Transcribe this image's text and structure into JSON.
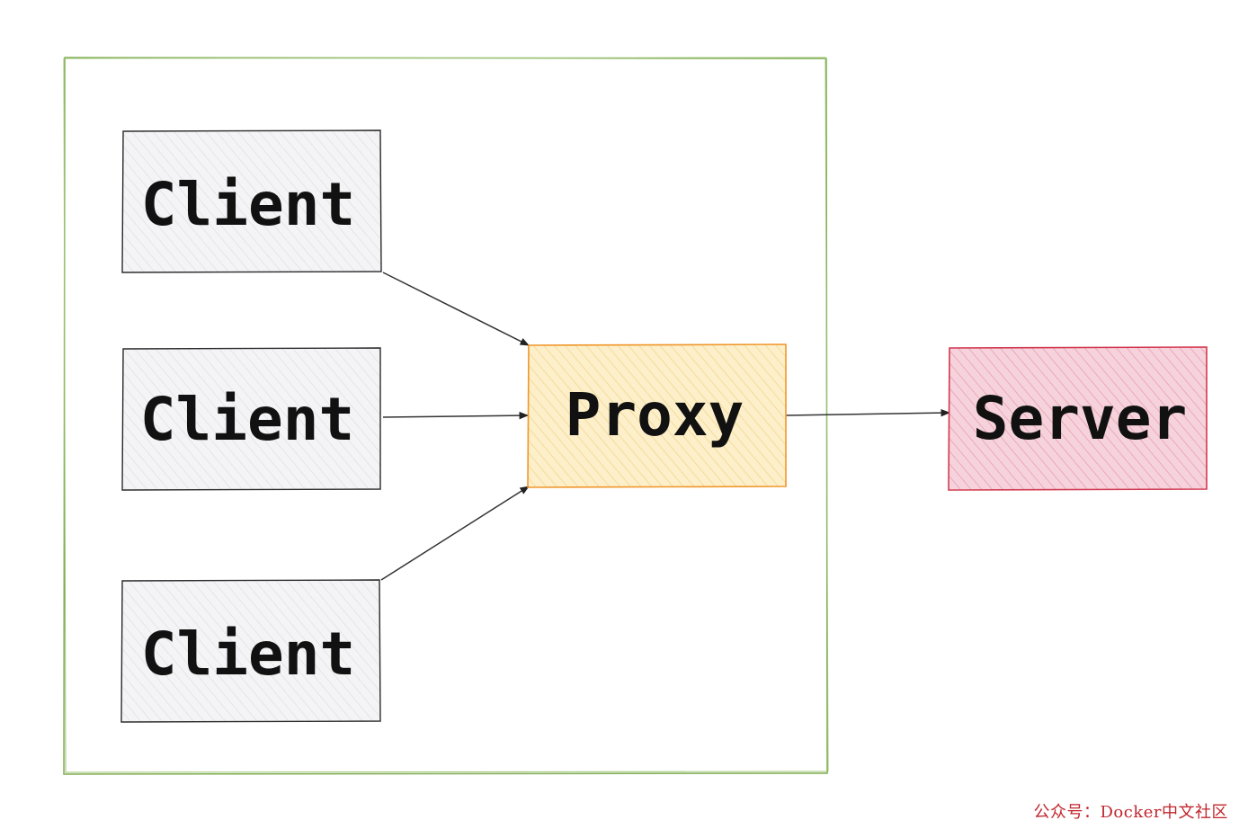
{
  "nodes": {
    "client_1": "Client",
    "client_2": "Client",
    "client_3": "Client",
    "proxy": "Proxy",
    "server": "Server"
  },
  "colors": {
    "group_border": "#7fad53",
    "client_fill": "#f3f3f5",
    "client_border": "#2a2a2a",
    "proxy_fill": "#fbe9b7",
    "proxy_border": "#f0962a",
    "server_fill": "#f3c3cf",
    "server_border": "#d2384f",
    "edge": "#333333",
    "watermark": "#c0262d"
  },
  "watermark": "公众号：Docker中文社区"
}
